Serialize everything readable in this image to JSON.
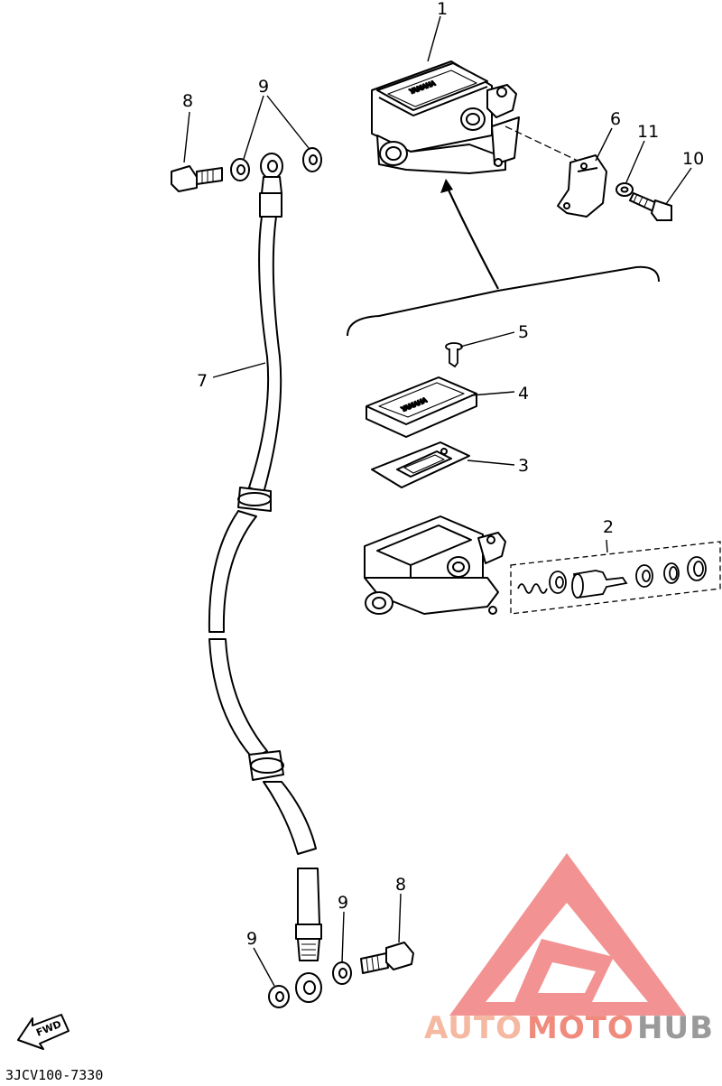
{
  "callouts": {
    "c1": "1",
    "c2": "2",
    "c3": "3",
    "c4": "4",
    "c5": "5",
    "c6": "6",
    "c7": "7",
    "c8_top": "8",
    "c8_bottom": "8",
    "c9_top": "9",
    "c9_bottom_left": "9",
    "c9_bottom_mid": "9",
    "c10": "10",
    "c11": "11"
  },
  "diagram_code": "3JCV100-7330",
  "fwd_label": "FWD",
  "cap_marking": "YAMAHA",
  "watermark": {
    "part1": "AUTO",
    "part2": "MOTO",
    "part3": "HUB",
    "color1": "#f5b8a0",
    "color2": "#ef8a7c",
    "color3": "#9a9a9a",
    "logo_color": "#f08080"
  }
}
